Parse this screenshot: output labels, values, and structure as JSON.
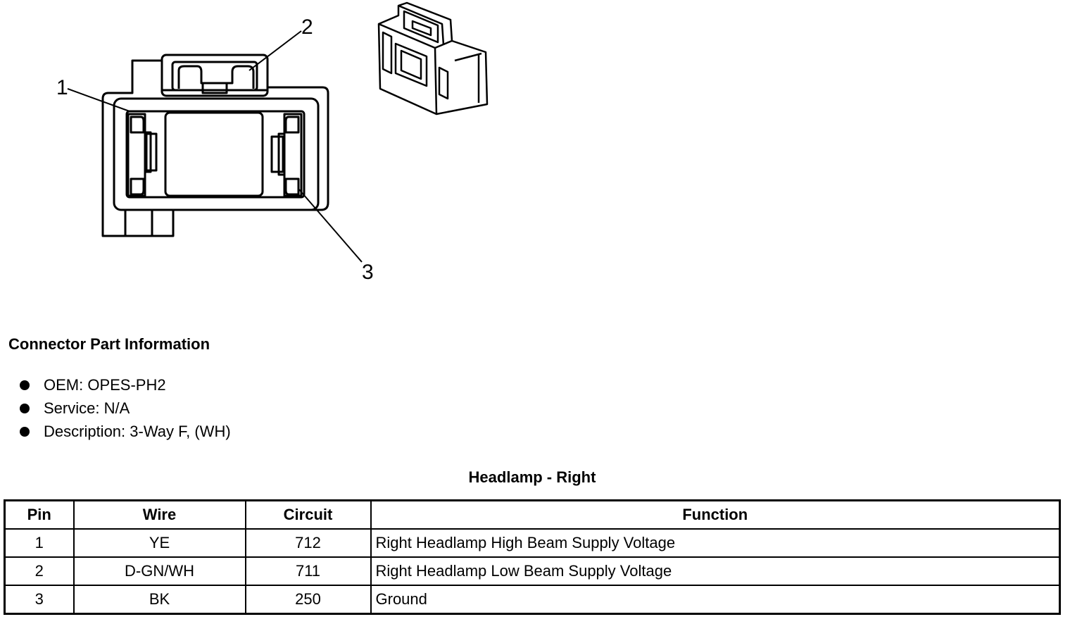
{
  "diagram": {
    "callouts": [
      "1",
      "2",
      "3"
    ]
  },
  "info": {
    "title": "Connector Part Information",
    "items": [
      "OEM: OPES-PH2",
      "Service: N/A",
      "Description: 3-Way F, (WH)"
    ]
  },
  "table": {
    "title": "Headlamp - Right",
    "headers": [
      "Pin",
      "Wire",
      "Circuit",
      "Function"
    ],
    "rows": [
      [
        "1",
        "YE",
        "712",
        "Right Headlamp High Beam Supply Voltage"
      ],
      [
        "2",
        "D-GN/WH",
        "711",
        "Right Headlamp Low Beam Supply Voltage"
      ],
      [
        "3",
        "BK",
        "250",
        "Ground"
      ]
    ]
  }
}
